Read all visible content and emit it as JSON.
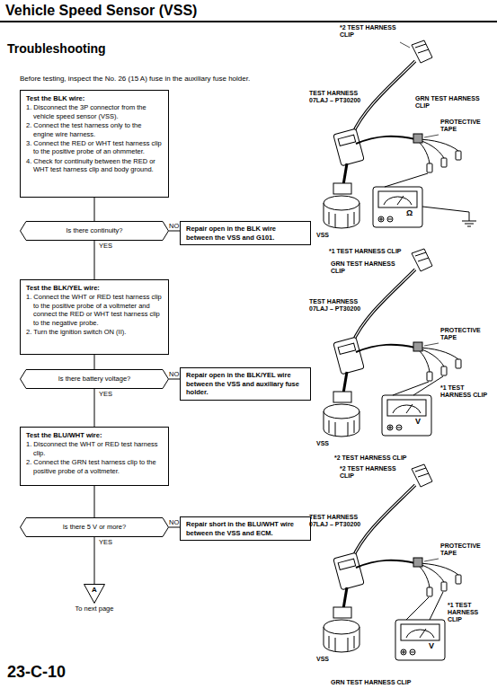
{
  "diagram": {
    "title": "Vehicle Speed Sensor (VSS)",
    "nodes": [
      {
        "text": [
          "Test the BLK wire:",
          "1. Disconnect the 3P connector from the vehicle speed sensor (VSS).",
          "2. Connect the test harness only to the engine wire harness.",
          "3. Connect the RED or WHT test harness clip to the positive probe of an ohmmeter.",
          "4. Check for continuity between the RED or WHT test harness clip and body ground."
        ]
      },
      {
        "text": [
          "Is there continuity?"
        ]
      },
      {
        "text": [
          "Repair open in the BLK wire between the VSS and G101."
        ]
      },
      {
        "text": [
          "Test the BLK/YEL wire:",
          "1. Connect the WHT or RED test harness clip to the positive probe of a voltmeter and connect the RED or WHT test harness clip to the negative probe.",
          "2. Turn the ignition switch ON (II)."
        ]
      },
      {
        "text": [
          "Is there battery voltage?"
        ]
      },
      {
        "text": [
          "Repair open in the BLK/YEL wire between the VSS and auxiliary fuse holder."
        ]
      },
      {
        "text": [
          "Test the BLU/WHT wire:",
          "1. Disconnect the WHT or RED test harness clip.",
          "2. Connect the GRN test harness clip to the positive probe of a voltmeter."
        ]
      },
      {
        "text": [
          "Is there 5 V or more?"
        ]
      },
      {
        "text": [
          "Repair short in the BLU/WHT wire between the VSS and ECM."
        ]
      },
      {
        "text": [
          "A"
        ]
      }
    ],
    "edges": [
      {
        "from": 0,
        "to": 1,
        "arrow": "none"
      },
      {
        "from": 1,
        "to": 2,
        "label": "NO",
        "arrow": "none"
      },
      {
        "from": 1,
        "to": 3,
        "label": "YES",
        "arrow": "none"
      },
      {
        "from": 3,
        "to": 4,
        "arrow": "none"
      },
      {
        "from": 4,
        "to": 5,
        "label": "NO",
        "arrow": "none"
      },
      {
        "from": 4,
        "to": 6,
        "label": "YES",
        "arrow": "none"
      },
      {
        "from": 6,
        "to": 7,
        "arrow": "none"
      },
      {
        "from": 7,
        "to": 8,
        "label": "NO",
        "arrow": "none"
      },
      {
        "from": 7,
        "to": 9,
        "label": "YES",
        "arrow": "none"
      }
    ],
    "labels": [
      "Troubleshooting",
      "Before testing, inspect the No. 26 (15 A) fuse in the auxiliary fuse holder.",
      "*2 TEST HARNESS CLIP",
      "TEST HARNESS 07LAJ – PT30200",
      "GRN TEST HARNESS CLIP",
      "PROTECTIVE TAPE",
      "Ω",
      "VSS",
      "*1 TEST HARNESS CLIP",
      "GRN TEST HARNESS CLIP",
      "TEST HARNESS 07LAJ – PT30200",
      "PROTECTIVE TAPE",
      "*1 TEST HARNESS CLIP",
      "V",
      "VSS",
      "*2 TEST HARNESS CLIP",
      "*2 TEST HARNESS CLIP",
      "TEST HARNESS 07LAJ – PT30200",
      "PROTECTIVE TAPE",
      "*1 TEST HARNESS CLIP",
      "V",
      "VSS",
      "GRN TEST HARNESS CLIP",
      "To next page",
      "23-C-10"
    ]
  }
}
